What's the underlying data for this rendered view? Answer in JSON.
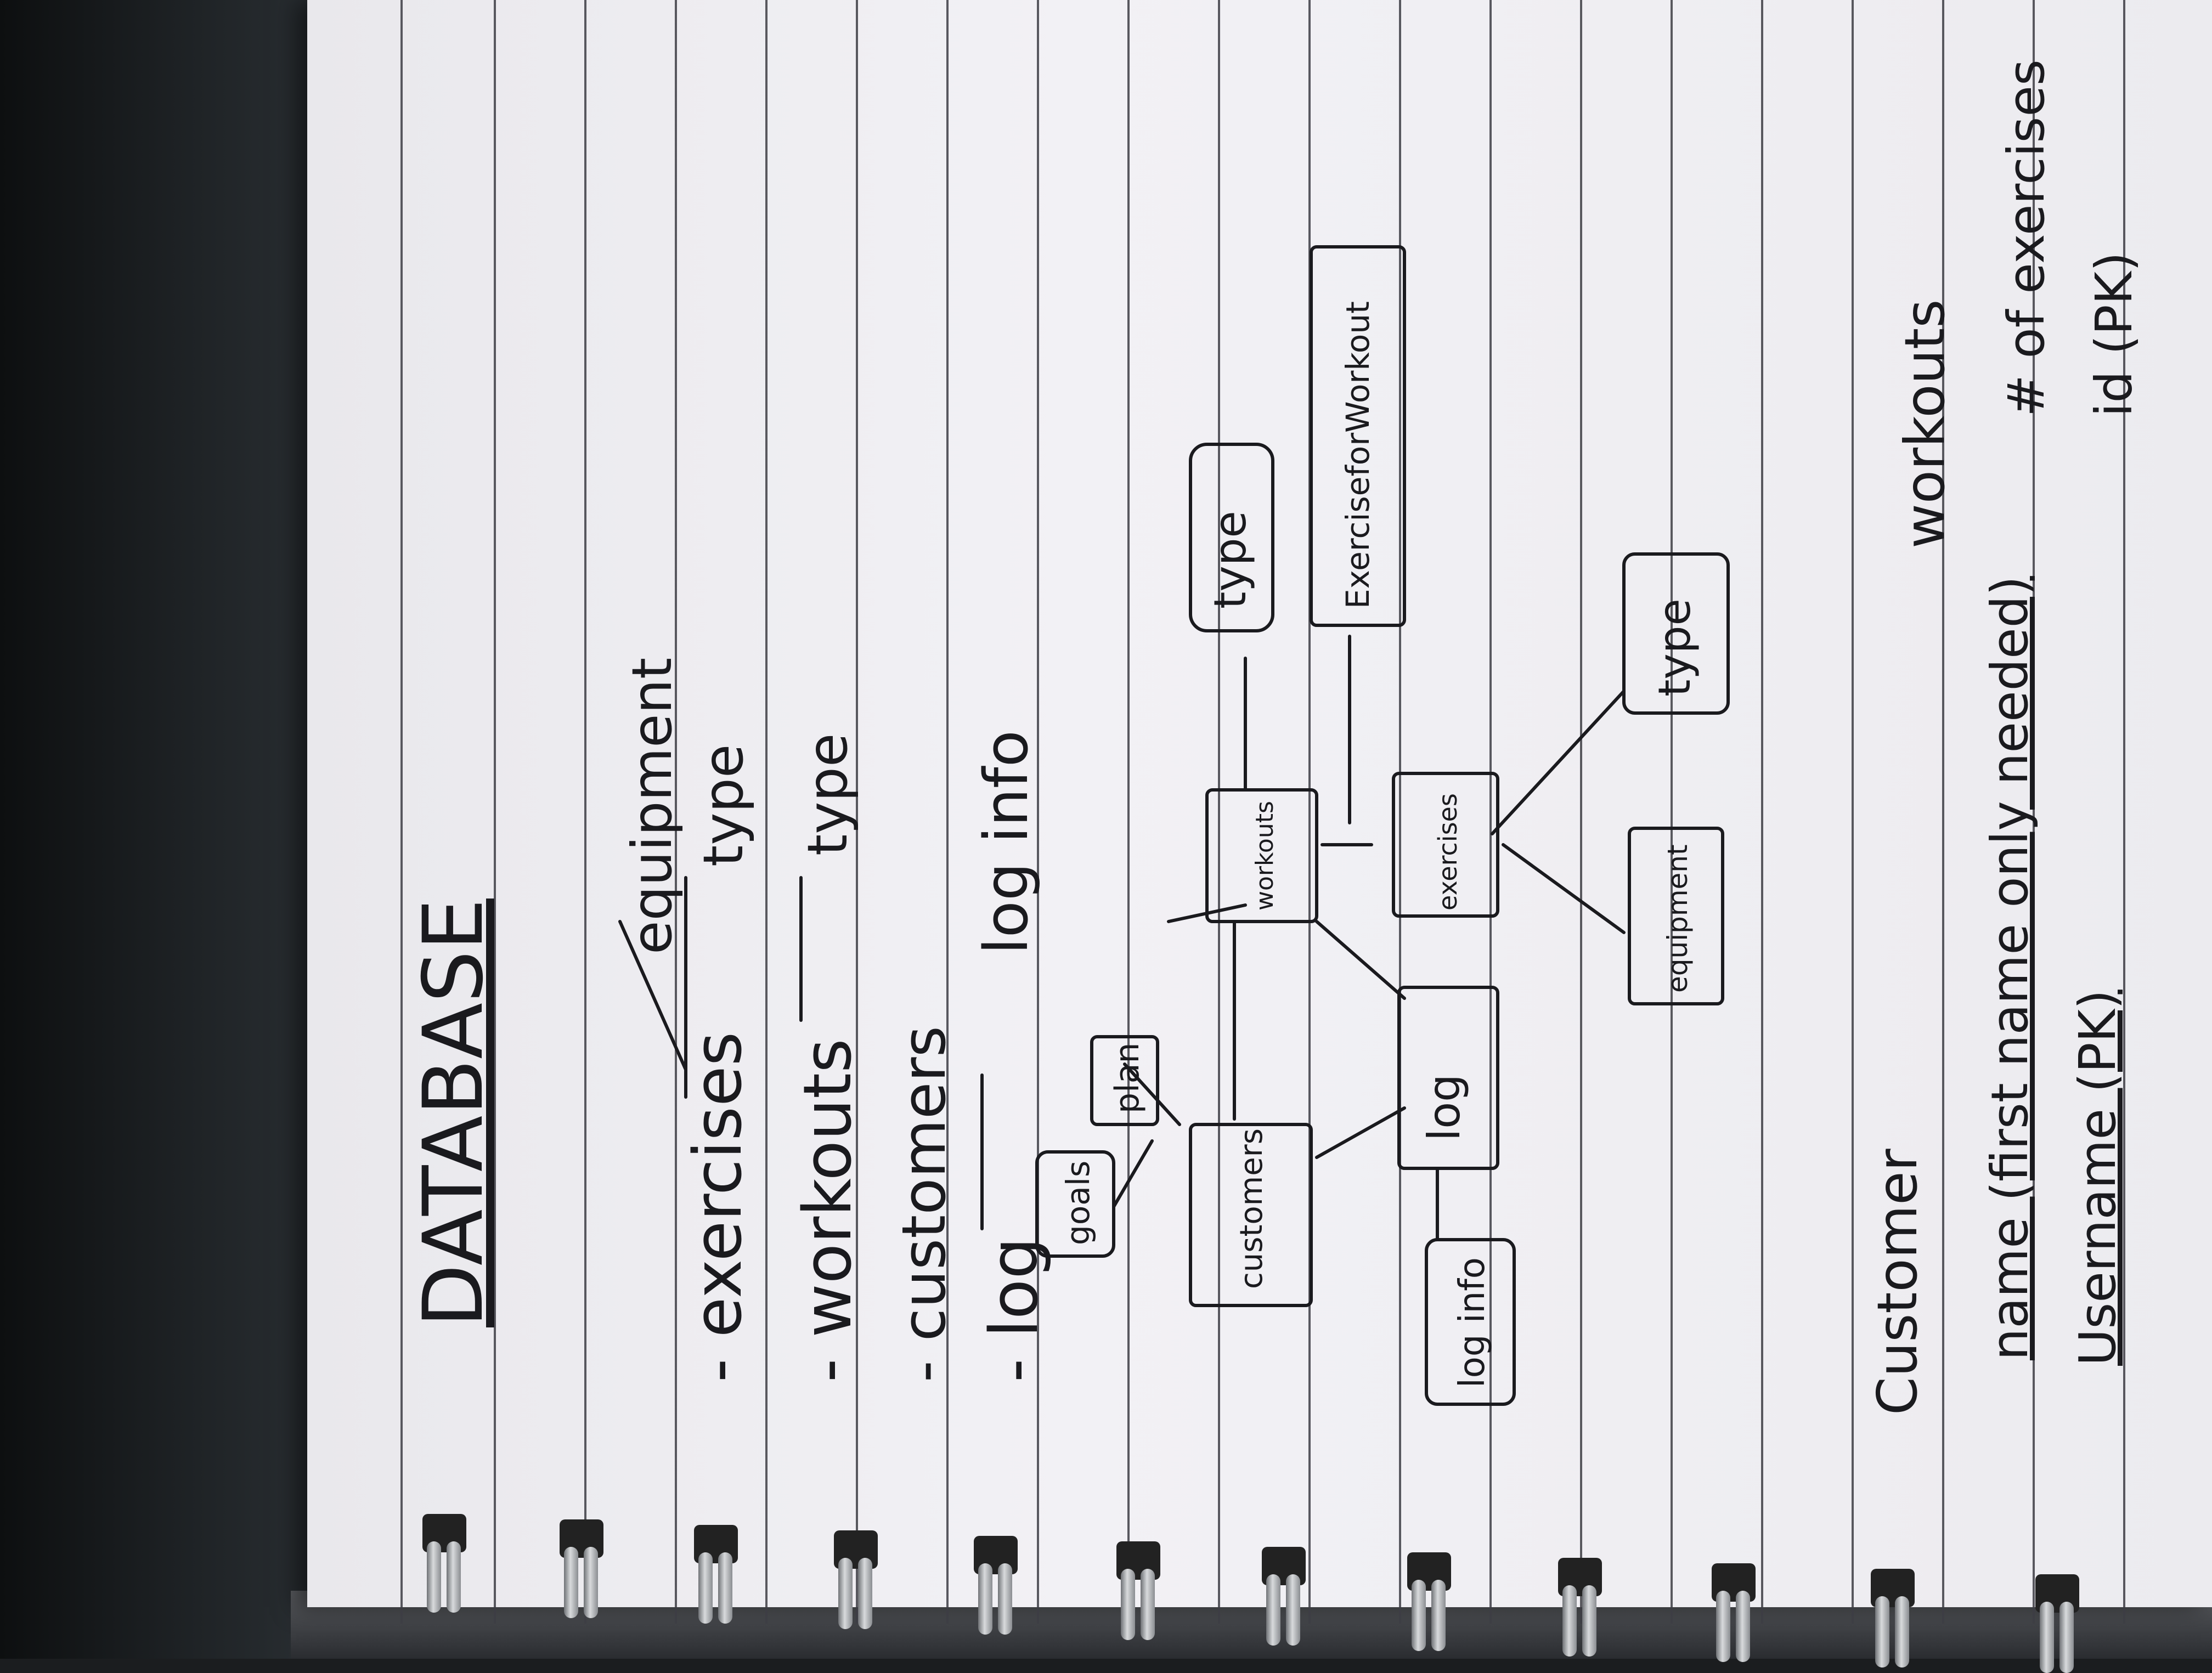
{
  "title": "DATABASE",
  "entity_list": {
    "items": [
      {
        "label": "- exercises",
        "arrow_to": "type",
        "branch": "equipment"
      },
      {
        "label": "- workouts",
        "arrow_to": "type"
      },
      {
        "label": "- customers"
      },
      {
        "label": "- log",
        "arrow_to": "log info"
      }
    ]
  },
  "er_diagram": {
    "entities": {
      "goals": "goals",
      "customers": "customers",
      "plan": "plan",
      "workouts": "workouts",
      "type_workouts": "type",
      "exercise_for_workout": "ExerciseforWorkout",
      "log": "log",
      "log_info": "log info",
      "exercises": "exercises",
      "equipment": "equipment",
      "type_exercises": "type"
    }
  },
  "tables": {
    "customer": {
      "heading": "Customer",
      "fields": [
        "name (first name only needed)",
        "Username (PK)"
      ]
    },
    "workouts": {
      "heading": "workouts",
      "fields": [
        "# of exercises",
        "id (PK)"
      ]
    }
  },
  "colors": {
    "paper": "#efeef2",
    "ink": "#1a1a1e",
    "rule": "#3d3d44"
  }
}
